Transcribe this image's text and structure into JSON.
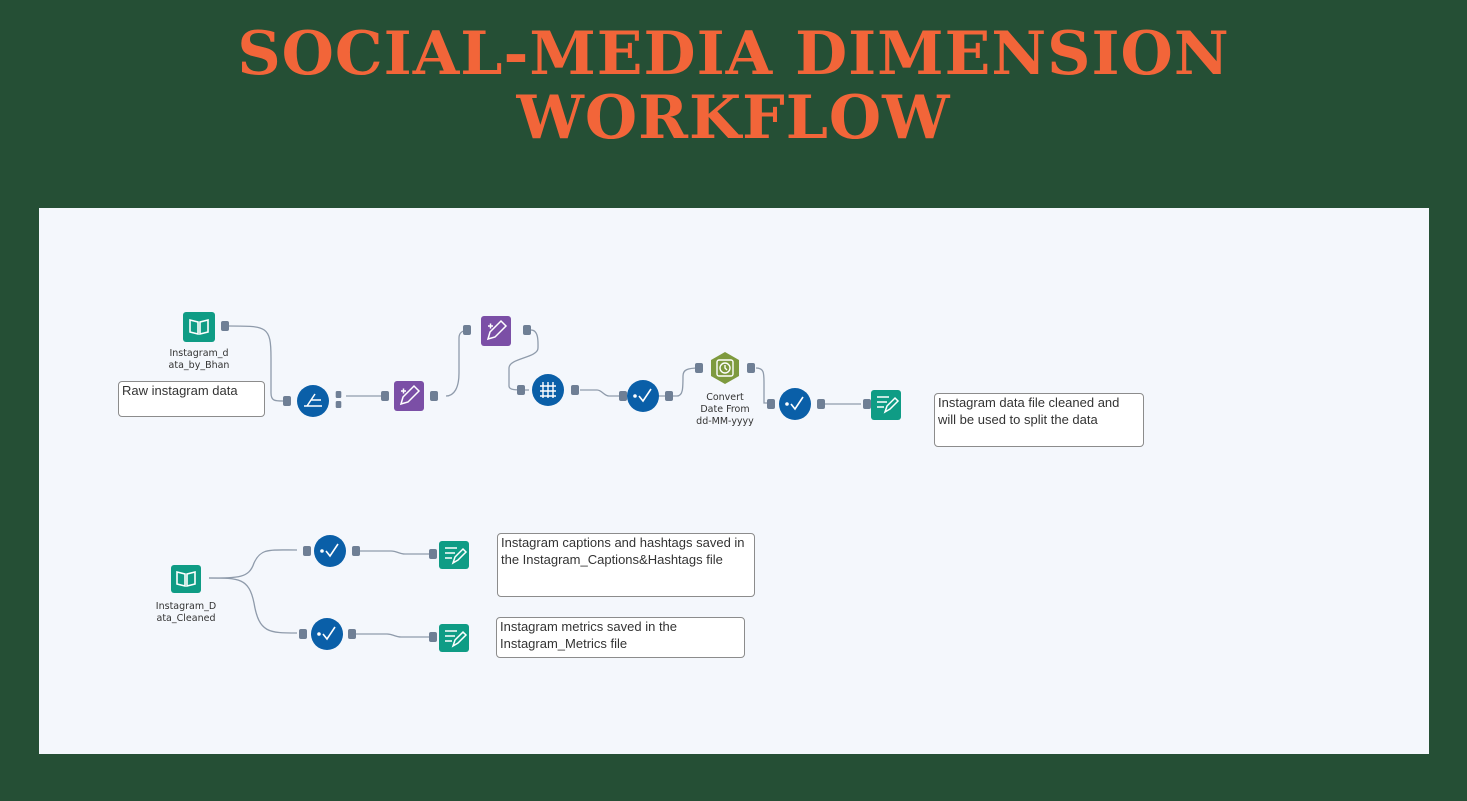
{
  "title": {
    "line1": "SOCIAL-MEDIA DIMENSION",
    "line2": "WORKFLOW"
  },
  "colors": {
    "background": "#254f35",
    "title": "#f26539",
    "canvas": "#f4f7fc",
    "io_tool": "#0f9c85",
    "prep_tool": "#0a5fa8",
    "formula_tool": "#7b4fa6",
    "datetime_tool": "#7e9a3e"
  },
  "workflow1": {
    "input_label": "Instagram_d\nata_by_Bhan",
    "input_comment": "Raw instagram data",
    "datetime_label": "Convert\nDate From\ndd-MM-yyyy",
    "output_comment": "Instagram  data file cleaned and will be used to split the data"
  },
  "workflow2": {
    "input_label": "Instagram_D\nata_Cleaned",
    "comment_captions": "Instagram captions and hashtags saved in the Instagram_Captions&Hashtags file",
    "comment_metrics": "Instagram metrics saved in the Instagram_Metrics file"
  },
  "icons": {
    "input": "book-icon",
    "filter": "filter-icon",
    "formula": "formula-pencil-icon",
    "multi_field": "multi-field-icon",
    "select": "select-check-icon",
    "datetime": "clock-icon",
    "output": "output-write-icon"
  }
}
